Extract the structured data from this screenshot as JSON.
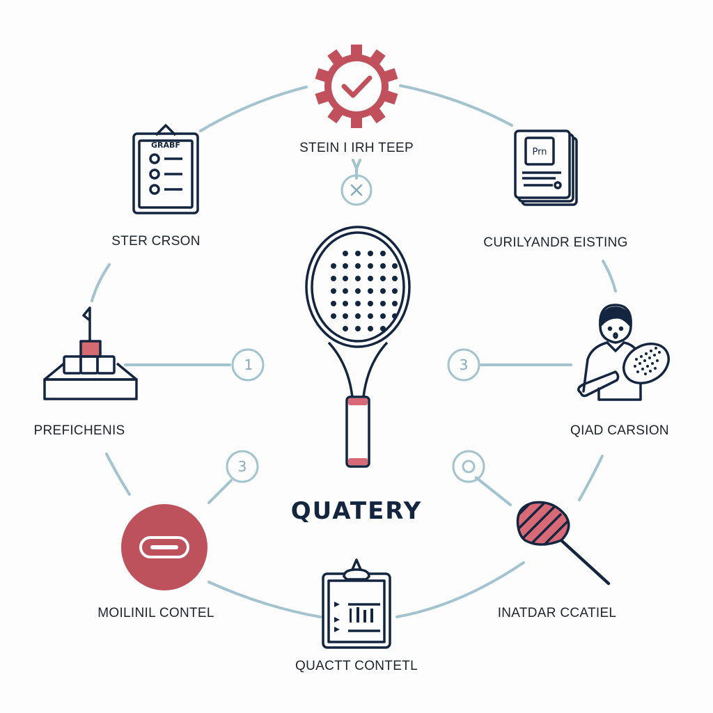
{
  "diagram": {
    "title": "QUATERY",
    "center": {
      "icon": "padel-racket-icon"
    },
    "nodes": [
      {
        "id": "top",
        "label": "STEIN I IRH TEEP",
        "icon": "gear-check-icon"
      },
      {
        "id": "top-left",
        "label": "STER CRSON",
        "icon": "clipboard-checklist-icon",
        "icon_text": "GRABF"
      },
      {
        "id": "top-right",
        "label": "CURILYANDR EISTING",
        "icon": "document-stack-icon",
        "icon_text": "Prn"
      },
      {
        "id": "left",
        "label": "PREFICHENIS",
        "icon": "podium-flag-icon"
      },
      {
        "id": "right",
        "label": "QIAD CARSION",
        "icon": "player-with-racket-icon"
      },
      {
        "id": "bottom-left",
        "label": "MOILINIL CONTEL",
        "icon": "red-circle-toggle-icon"
      },
      {
        "id": "bottom-right",
        "label": "INATDAR CCATIEL",
        "icon": "striped-racket-icon"
      },
      {
        "id": "bottom",
        "label": "QUACTT CONTETL",
        "icon": "clipboard-list-icon"
      }
    ],
    "badges": [
      {
        "position": "top",
        "text": "×",
        "icon": "close-icon"
      },
      {
        "position": "left",
        "text": "1"
      },
      {
        "position": "right",
        "text": "3"
      },
      {
        "position": "bottom-left",
        "text": "3"
      },
      {
        "position": "bottom-right",
        "text": "",
        "icon": "target-ring-icon"
      }
    ],
    "colors": {
      "connector": "#a3c3ce",
      "accent_red": "#c0505c",
      "ink": "#142540",
      "background": "#fdfdfd"
    }
  }
}
